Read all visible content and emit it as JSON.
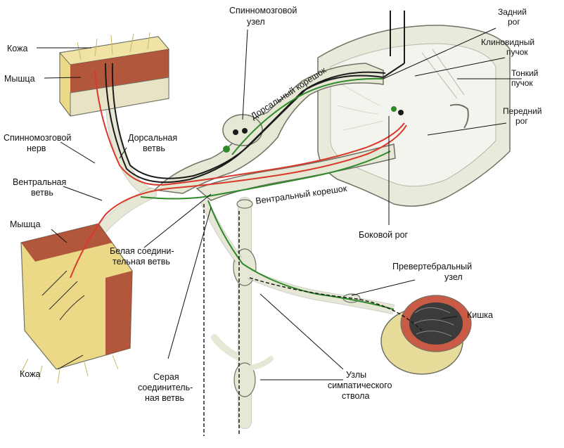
{
  "labels": {
    "skin_top": "Кожа",
    "muscle_top": "Мышца",
    "spinal_ganglion_1": "Спинномозговой",
    "spinal_ganglion_2": "узел",
    "posterior_horn_1": "Задний",
    "posterior_horn_2": "рог",
    "cuneate_1": "Клиновидный",
    "cuneate_2": "пучок",
    "gracile_1": "Тонкий",
    "gracile_2": "пучок",
    "anterior_horn_1": "Передний",
    "anterior_horn_2": "рог",
    "dorsal_root": "Дорсальный корешок",
    "spinal_nerve_1": "Спинномозговой",
    "spinal_nerve_2": "нерв",
    "dorsal_branch_1": "Дорсальная",
    "dorsal_branch_2": "ветвь",
    "ventral_branch_1": "Вентральная",
    "ventral_branch_2": "ветвь",
    "ventral_root": "Вентральный корешок",
    "lateral_horn": "Боковой рог",
    "muscle_bottom": "Мышца",
    "white_ramus_1": "Белая соедини-",
    "white_ramus_2": "тельная ветвь",
    "prevertebral_1": "Превертебральный",
    "prevertebral_2": "узел",
    "intestine": "Кишка",
    "skin_bottom": "Кожа",
    "gray_ramus_1": "Серая",
    "gray_ramus_2": "соединитель-",
    "gray_ramus_3": "ная ветвь",
    "sympathetic_1": "Узлы",
    "sympathetic_2": "симпатического",
    "sympathetic_3": "ствола"
  },
  "colors": {
    "nerve_fill": "#e6e7d5",
    "nerve_outline": "#6f7264",
    "cord_fill": "#e9eadb",
    "gray_matter": "#f4f4ee",
    "afferent_line": "#1b1b1b",
    "motor_line": "#d8392b",
    "visceral_line": "#2f8a2a",
    "skin_fill": "#ecd987",
    "muscle_fill": "#a8402e",
    "intestine_fill": "#e8dc9a"
  }
}
